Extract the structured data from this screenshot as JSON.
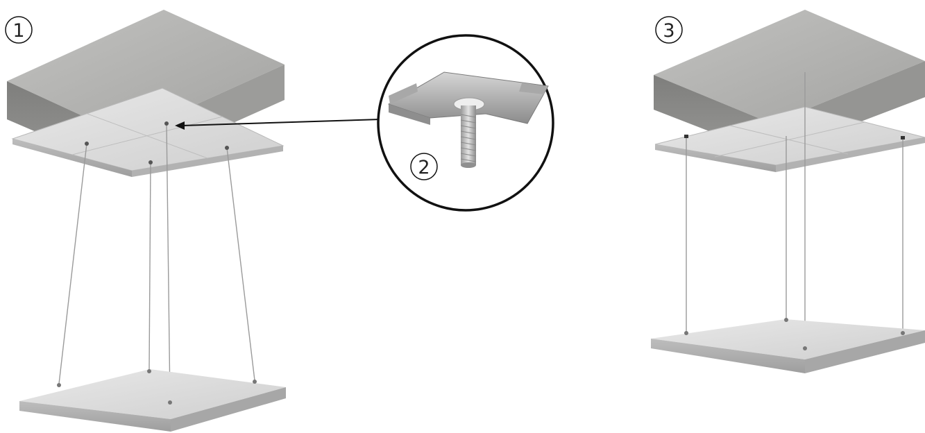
{
  "steps": [
    {
      "number": "1"
    },
    {
      "number": "2"
    },
    {
      "number": "3"
    }
  ],
  "colors": {
    "concrete_top": "#b4b4b2",
    "concrete_front": "#8a8a88",
    "panel_top": "#dcdcdc",
    "panel_edge": "#a9a9a9",
    "cable": "#9a9a9a",
    "outline": "#111111"
  }
}
